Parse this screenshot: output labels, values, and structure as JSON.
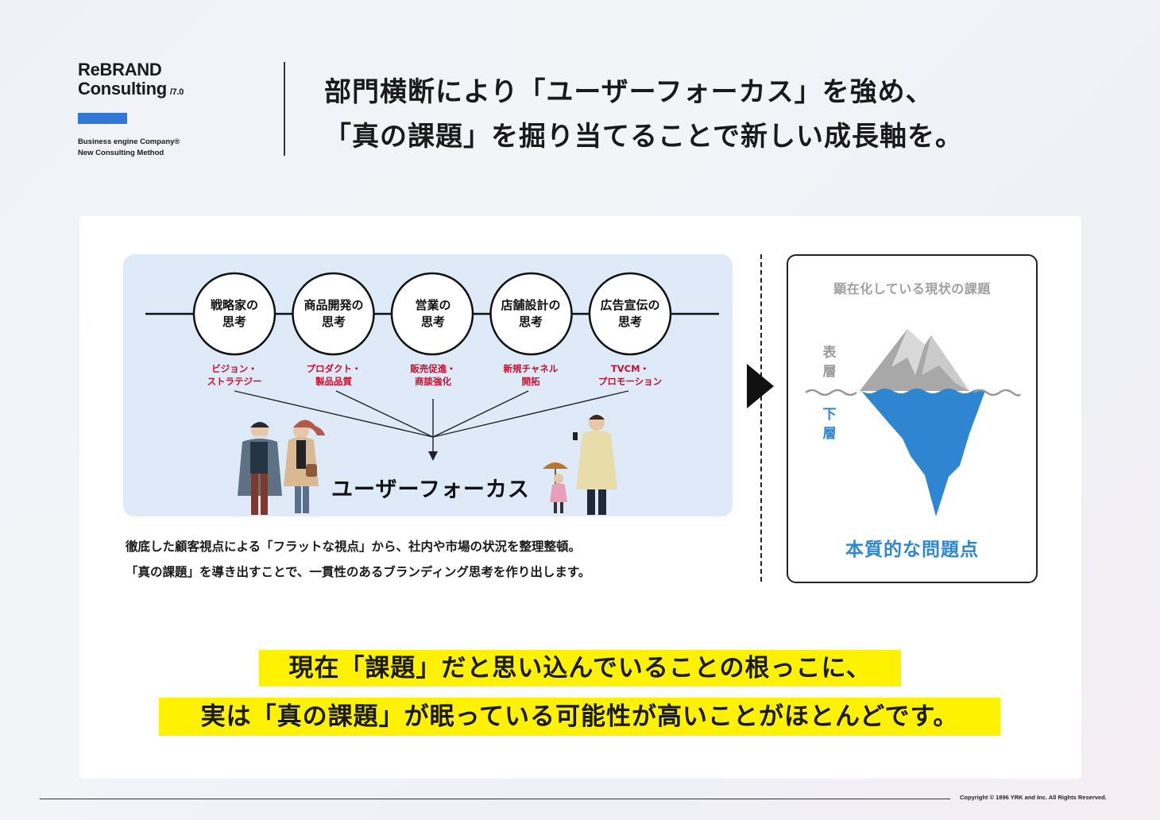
{
  "logo": {
    "line1": "ReBRAND",
    "line2": "Consulting",
    "version": "/7.0",
    "tagline1": "Business engine Company®",
    "tagline2": "New Consulting Method",
    "accent_color": "#2f78d6"
  },
  "headline": {
    "line1": "部門横断により「ユーザーフォーカス」を強め、",
    "line2": "「真の課題」を掘り当てることで新しい成長軸を。"
  },
  "diagram": {
    "nodes": [
      {
        "line1": "戦略家の",
        "line2": "思考",
        "sub1": "ビジョン・",
        "sub2": "ストラテジー"
      },
      {
        "line1": "商品開発の",
        "line2": "思考",
        "sub1": "プロダクト・",
        "sub2": "製品品質"
      },
      {
        "line1": "営業の",
        "line2": "思考",
        "sub1": "販売促進・",
        "sub2": "商談強化"
      },
      {
        "line1": "店舗設計の",
        "line2": "思考",
        "sub1": "新規チャネル",
        "sub2": "開拓"
      },
      {
        "line1": "広告宣伝の",
        "line2": "思考",
        "sub1": "TVCM・",
        "sub2": "プロモーション"
      }
    ],
    "focus_label": "ユーザーフォーカス",
    "sub_color": "#c8102e",
    "panel_color": "#deeaf8"
  },
  "description": {
    "line1": "徹底した顧客視点による「フラットな視点」から、社内や市場の状況を整理整頓。",
    "line2": "「真の課題」を導き出すことで、一貫性のあるブランディング思考を作り出します。"
  },
  "iceberg": {
    "title": "顕在化している現状の課題",
    "surface_label1": "表",
    "surface_label2": "層",
    "lower_label1": "下",
    "lower_label2": "層",
    "bottom_label": "本質的な問題点",
    "ice_color": "#2e86d0",
    "peak_color": "#a8a8a8"
  },
  "conclusion": {
    "line1": "現在「課題」だと思い込んでいることの根っこに、",
    "line2": "実は「真の課題」が眠っている可能性が高いことがほとんどです。",
    "highlight_color": "#fff200"
  },
  "footer": {
    "copyright": "Copyright © 1896 YRK and Inc. All Rights Reserved."
  }
}
